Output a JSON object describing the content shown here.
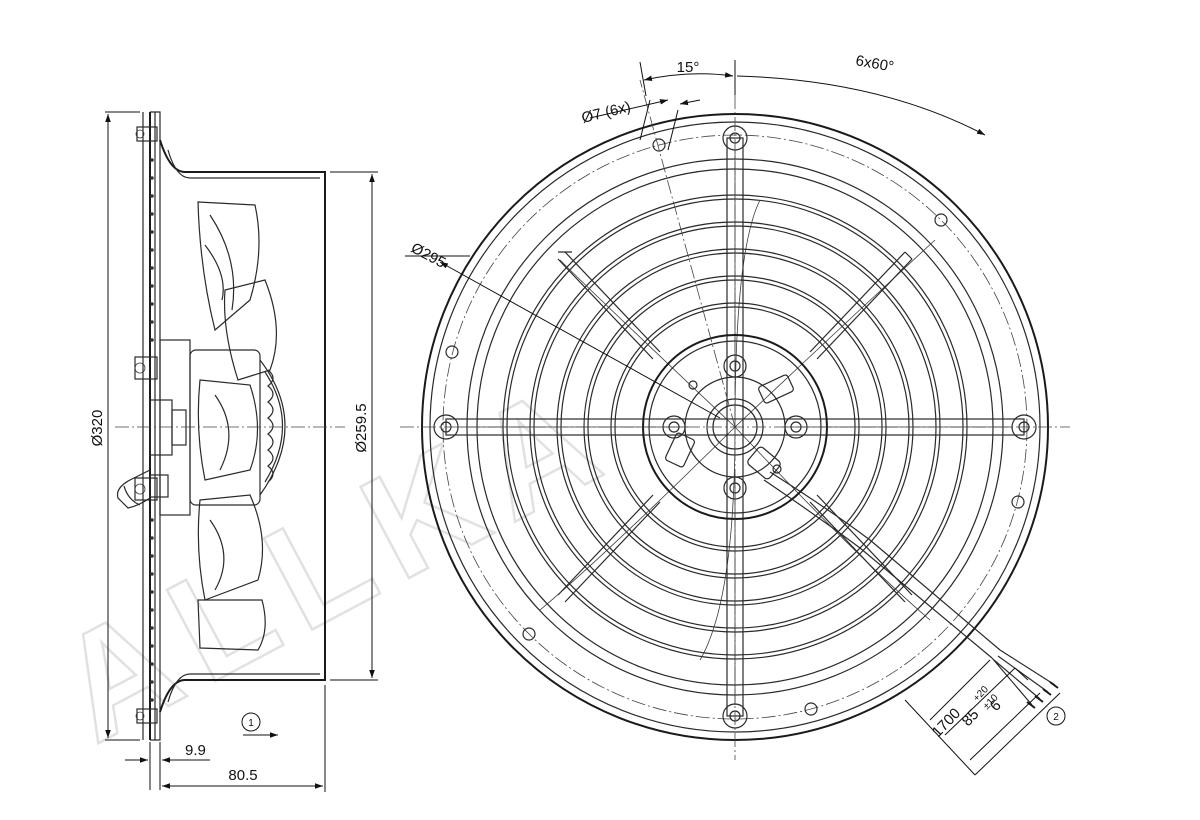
{
  "side_view": {
    "dim_outer_diameter": "Ø320",
    "dim_inner_diameter": "Ø259.5",
    "dim_flange": "9.9",
    "dim_depth": "80.5",
    "airflow_callout": "1"
  },
  "front_view": {
    "dim_bolt_circle": "Ø295",
    "dim_holes": "Ø7 (6x)",
    "dim_angle_offset": "15°",
    "dim_angle_spacing": "6x60°",
    "cable_callout": "2",
    "dim_cable_strip": "6",
    "dim_cable_sheath": "85",
    "dim_cable_sheath_tol": "±10",
    "dim_cable_length": "1700",
    "dim_cable_length_tol": "+20"
  },
  "watermark": "ALLKA"
}
